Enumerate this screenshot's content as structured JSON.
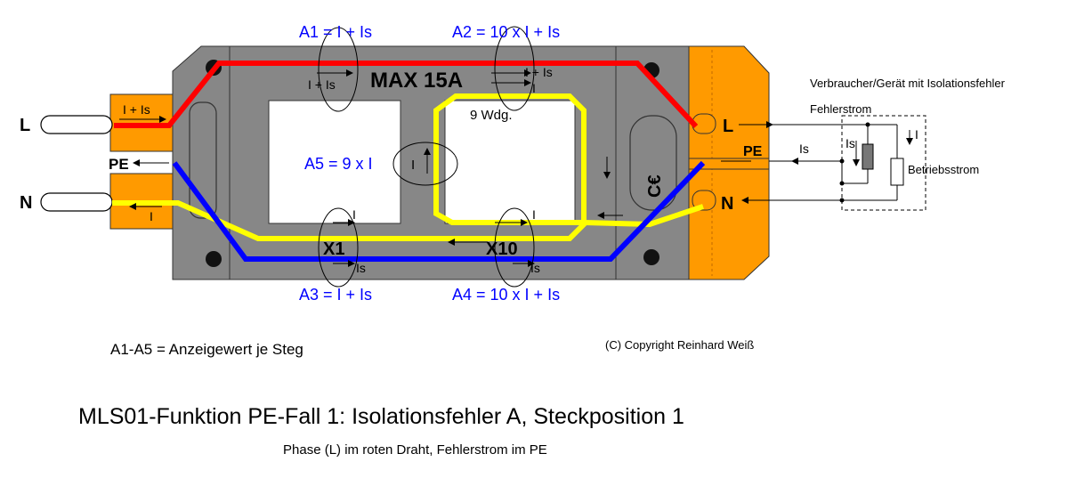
{
  "colors": {
    "housing": "#878787",
    "housing_dark": "#6e6e6e",
    "orange": "#ff9a00",
    "wire_l": "#ff0000",
    "wire_n": "#0000ff",
    "wire_pe": "#ffff00",
    "label_blue": "#0000ff"
  },
  "icons": {
    "conformity_mark": "ce-mark-icon"
  },
  "labels": {
    "a1": "A1 = I + Is",
    "a2": "A2 = 10 x I + Is",
    "a3": "A3 = I + Is",
    "a4": "A4 = 10 x I + Is",
    "a5": "A5 = 9 x I",
    "max": "MAX 15A",
    "windings": "9 Wdg.",
    "x1": "X1",
    "x10": "X10",
    "ce": "C€",
    "l_left": "L",
    "n_left": "N",
    "pe_left": "PE",
    "l_right": "L",
    "n_right": "N",
    "pe_right": "PE",
    "i_plus_is_plug": "I + Is",
    "i_plug": "I",
    "loop_a1": "I + Is",
    "loop_a2_top": "I + Is",
    "loop_a2_bottom": "I",
    "loop_a5": "I",
    "mid_i_left": "I",
    "mid_i_right": "I",
    "bottom_is_left": "Is",
    "bottom_is_right": "Is",
    "device_title": "Verbraucher/Gerät mit Isolationsfehler",
    "fault_current": "Fehlerstrom",
    "is_out": "Is",
    "is_vertical": "Is",
    "i_vertical": "I",
    "operating_current": "Betriebsstrom",
    "legend": "A1-A5 = Anzeigewert je Steg",
    "copyright": "(C) Copyright Reinhard Weiß",
    "title": "MLS01-Funktion PE-Fall 1: Isolationsfehler A, Steckposition 1",
    "subtitle": "Phase (L) im roten Draht, Fehlerstrom im PE"
  }
}
